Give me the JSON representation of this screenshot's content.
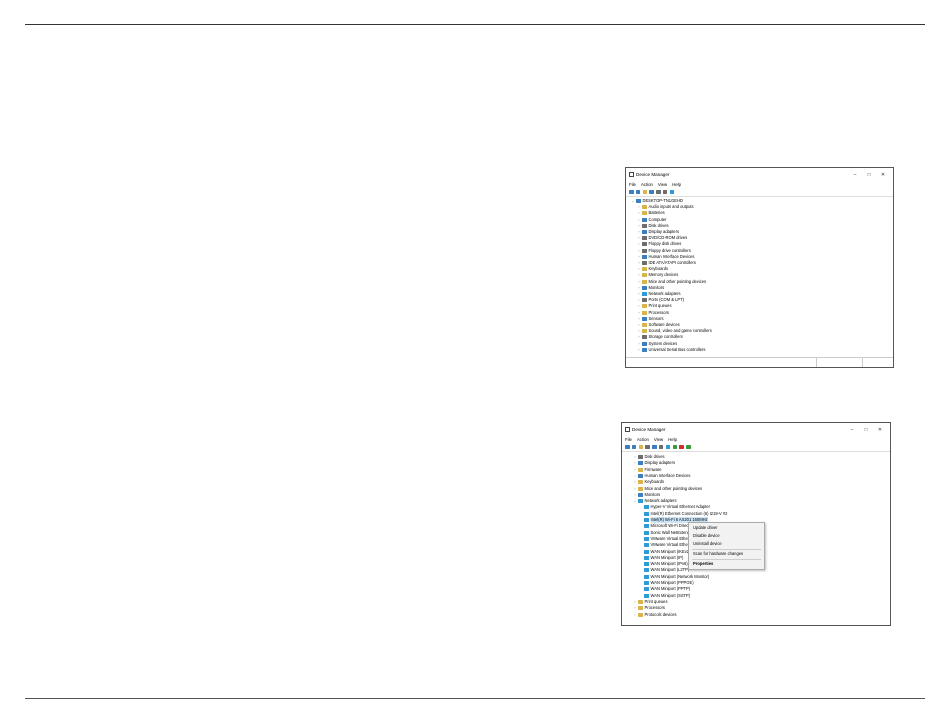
{
  "colors": {
    "folder": "#d9b44a",
    "device": "#3c7fc1",
    "network": "#2f9bd6",
    "gray": "#6d6d6d",
    "accent_red": "#d22c2c",
    "green": "#3a9a3a"
  },
  "window1": {
    "title": "Device Manager",
    "controls": [
      "–",
      "□",
      "✕"
    ],
    "menu": [
      "File",
      "Action",
      "View",
      "Help"
    ],
    "tree": [
      {
        "label": "DESKTOP-TN1GEHD",
        "level": 0,
        "expanded": true,
        "icon": "computer-icon"
      },
      {
        "label": "Audio inputs and outputs",
        "level": 1,
        "icon": "speaker-icon"
      },
      {
        "label": "Batteries",
        "level": 1,
        "icon": "battery-icon"
      },
      {
        "label": "Computer",
        "level": 1,
        "icon": "computer-icon"
      },
      {
        "label": "Disk drives",
        "level": 1,
        "icon": "disk-icon"
      },
      {
        "label": "Display adapters",
        "level": 1,
        "icon": "display-icon"
      },
      {
        "label": "DVD/CD-ROM drives",
        "level": 1,
        "icon": "dvd-icon"
      },
      {
        "label": "Floppy disk drives",
        "level": 1,
        "icon": "floppy-icon"
      },
      {
        "label": "Floppy drive controllers",
        "level": 1,
        "icon": "floppy-icon"
      },
      {
        "label": "Human Interface Devices",
        "level": 1,
        "icon": "hid-icon"
      },
      {
        "label": "IDE ATA/ATAPI controllers",
        "level": 1,
        "icon": "ide-icon"
      },
      {
        "label": "Keyboards",
        "level": 1,
        "icon": "keyboard-icon"
      },
      {
        "label": "Memory devices",
        "level": 1,
        "icon": "memory-icon"
      },
      {
        "label": "Mice and other pointing devices",
        "level": 1,
        "icon": "mouse-icon"
      },
      {
        "label": "Monitors",
        "level": 1,
        "icon": "monitor-icon"
      },
      {
        "label": "Network adapters",
        "level": 1,
        "icon": "network-icon"
      },
      {
        "label": "Ports (COM & LPT)",
        "level": 1,
        "icon": "port-icon"
      },
      {
        "label": "Print queues",
        "level": 1,
        "icon": "printer-icon"
      },
      {
        "label": "Processors",
        "level": 1,
        "icon": "processor-icon"
      },
      {
        "label": "Sensors",
        "level": 1,
        "icon": "sensor-icon"
      },
      {
        "label": "Software devices",
        "level": 1,
        "icon": "software-icon"
      },
      {
        "label": "Sound, video and game controllers",
        "level": 1,
        "icon": "sound-icon"
      },
      {
        "label": "Storage controllers",
        "level": 1,
        "icon": "storage-icon"
      },
      {
        "label": "System devices",
        "level": 1,
        "icon": "system-icon"
      },
      {
        "label": "Universal Serial Bus controllers",
        "level": 1,
        "icon": "usb-icon"
      }
    ]
  },
  "window2": {
    "title": "Device Manager",
    "controls": [
      "–",
      "□",
      "✕"
    ],
    "menu": [
      "File",
      "Action",
      "View",
      "Help"
    ],
    "tree": [
      {
        "label": "Disk drives",
        "level": 1,
        "icon": "disk-icon"
      },
      {
        "label": "Display adapters",
        "level": 1,
        "icon": "display-icon"
      },
      {
        "label": "Firmware",
        "level": 1,
        "icon": "firmware-icon"
      },
      {
        "label": "Human Interface Devices",
        "level": 1,
        "icon": "hid-icon"
      },
      {
        "label": "Keyboards",
        "level": 1,
        "icon": "keyboard-icon"
      },
      {
        "label": "Mice and other pointing devices",
        "level": 1,
        "icon": "mouse-icon"
      },
      {
        "label": "Monitors",
        "level": 1,
        "icon": "monitor-icon"
      },
      {
        "label": "Network adapters",
        "level": 1,
        "expanded": true,
        "icon": "network-icon"
      },
      {
        "label": "Hyper-V Virtual Ethernet Adapter",
        "level": 2,
        "icon": "network-icon"
      },
      {
        "label": "Intel(R) Ethernet Connection (6) I219-V #2",
        "level": 2,
        "icon": "network-icon"
      },
      {
        "label": "Intel(R) Wi-Fi 6 AX201 160MHz",
        "level": 2,
        "icon": "network-icon",
        "selected": true
      },
      {
        "label": "Microsoft Wi-Fi Direct Virtual Adapter",
        "level": 2,
        "icon": "network-icon"
      },
      {
        "label": "Sonic Wall NetExtender",
        "level": 2,
        "icon": "network-icon"
      },
      {
        "label": "VMware Virtual Ethernet Adapter",
        "level": 2,
        "icon": "network-icon"
      },
      {
        "label": "VMware Virtual Ethernet Adapter",
        "level": 2,
        "icon": "network-icon"
      },
      {
        "label": "WAN Miniport (IKEv2)",
        "level": 2,
        "icon": "network-icon"
      },
      {
        "label": "WAN Miniport (IP)",
        "level": 2,
        "icon": "network-icon"
      },
      {
        "label": "WAN Miniport (IPv6)",
        "level": 2,
        "icon": "network-icon"
      },
      {
        "label": "WAN Miniport (L2TP)",
        "level": 2,
        "icon": "network-icon"
      },
      {
        "label": "WAN Miniport (Network Monitor)",
        "level": 2,
        "icon": "network-icon"
      },
      {
        "label": "WAN Miniport (PPPOE)",
        "level": 2,
        "icon": "network-icon"
      },
      {
        "label": "WAN Miniport (PPTP)",
        "level": 2,
        "icon": "network-icon"
      },
      {
        "label": "WAN Miniport (SSTP)",
        "level": 2,
        "icon": "network-icon"
      },
      {
        "label": "Print queues",
        "level": 1,
        "icon": "printer-icon"
      },
      {
        "label": "Processors",
        "level": 1,
        "icon": "processor-icon"
      },
      {
        "label": "Protocols devices",
        "level": 1,
        "icon": "protocol-icon"
      }
    ],
    "context_menu": {
      "items": [
        {
          "label": "Update driver"
        },
        {
          "label": "Disable device"
        },
        {
          "label": "Uninstall device"
        },
        {
          "label": "Scan for hardware changes"
        },
        {
          "label": "Properties",
          "bold": true
        }
      ]
    }
  }
}
